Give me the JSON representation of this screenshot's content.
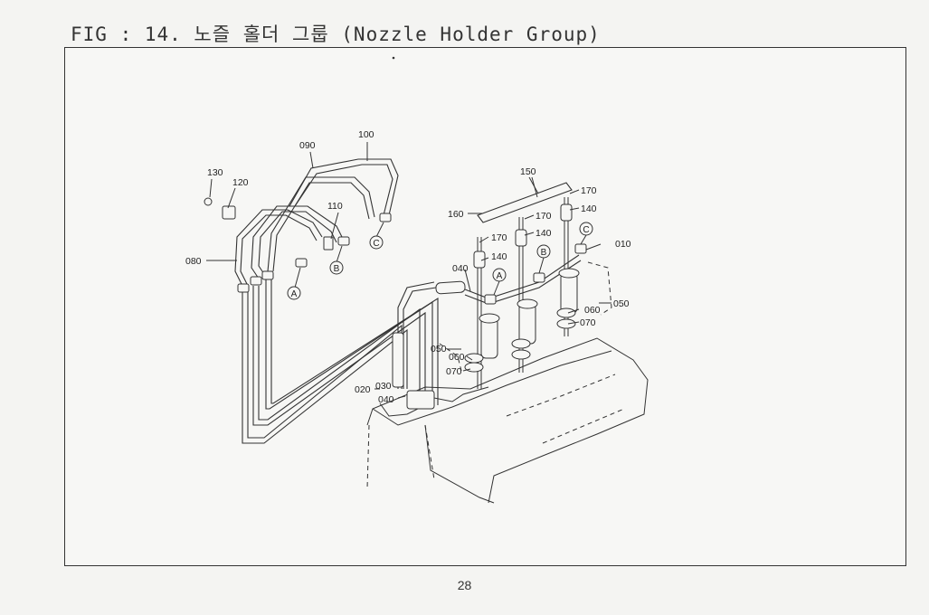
{
  "figure": {
    "title": "FIG : 14. 노즐 홀더 그룹 (Nozzle Holder Group)",
    "page_number": "28"
  },
  "callouts": {
    "p010": "010",
    "p020": "020",
    "p030": "030",
    "p040a": "040",
    "p040b": "040",
    "p050a": "050",
    "p050b": "050",
    "p060a": "060",
    "p060b": "060",
    "p070a": "070",
    "p070b": "070",
    "p080": "080",
    "p090": "090",
    "p100": "100",
    "p110": "110",
    "p120": "120",
    "p130": "130",
    "p140a": "140",
    "p140b": "140",
    "p140c": "140",
    "p150": "150",
    "p160": "160",
    "p170a": "170",
    "p170b": "170",
    "p170c": "170"
  },
  "connection_markers": {
    "a": "A",
    "b": "B",
    "c": "C"
  }
}
